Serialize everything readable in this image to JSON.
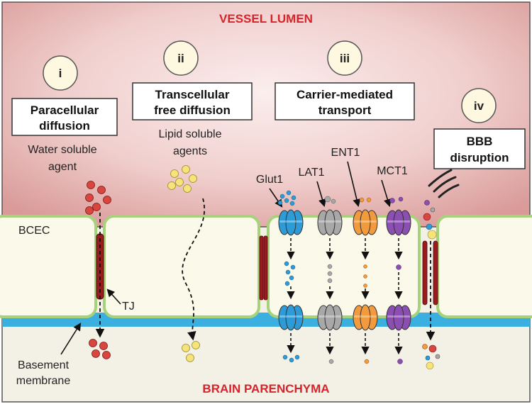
{
  "title_top": "VESSEL LUMEN",
  "title_bottom": "BRAIN PARENCHYMA",
  "routes": [
    {
      "numeral": "i",
      "box_lines": [
        "Paracellular",
        "diffusion"
      ],
      "caption_lines": [
        "Water soluble",
        "agent"
      ]
    },
    {
      "numeral": "ii",
      "box_lines": [
        "Transcellular",
        "free diffusion"
      ],
      "caption_lines": [
        "Lipid soluble",
        "agents"
      ]
    },
    {
      "numeral": "iii",
      "box_lines": [
        "Carrier-mediated",
        "transport"
      ],
      "caption_lines": []
    },
    {
      "numeral": "iv",
      "box_lines": [
        "BBB",
        "disruption"
      ],
      "caption_lines": []
    }
  ],
  "labels": {
    "bcec": "BCEC",
    "tj": "TJ",
    "basement_line1": "Basement",
    "basement_line2": "membrane"
  },
  "transporters": [
    {
      "name": "Glut1",
      "color": "#2e9bd6"
    },
    {
      "name": "LAT1",
      "color": "#a8a8a8"
    },
    {
      "name": "ENT1",
      "color": "#f29a3e"
    },
    {
      "name": "MCT1",
      "color": "#8a4fb0"
    }
  ],
  "colors": {
    "lumen": "#e8b6b3",
    "parenchyma": "#f3f0e6",
    "cell_fill": "#fbf9ea",
    "cell_border": "#a6d27b",
    "basement": "#3bb0e0",
    "tight_junction": "#9b1c1f",
    "water_agent": "#d9453f",
    "lipid_agent": "#f6e37a"
  }
}
